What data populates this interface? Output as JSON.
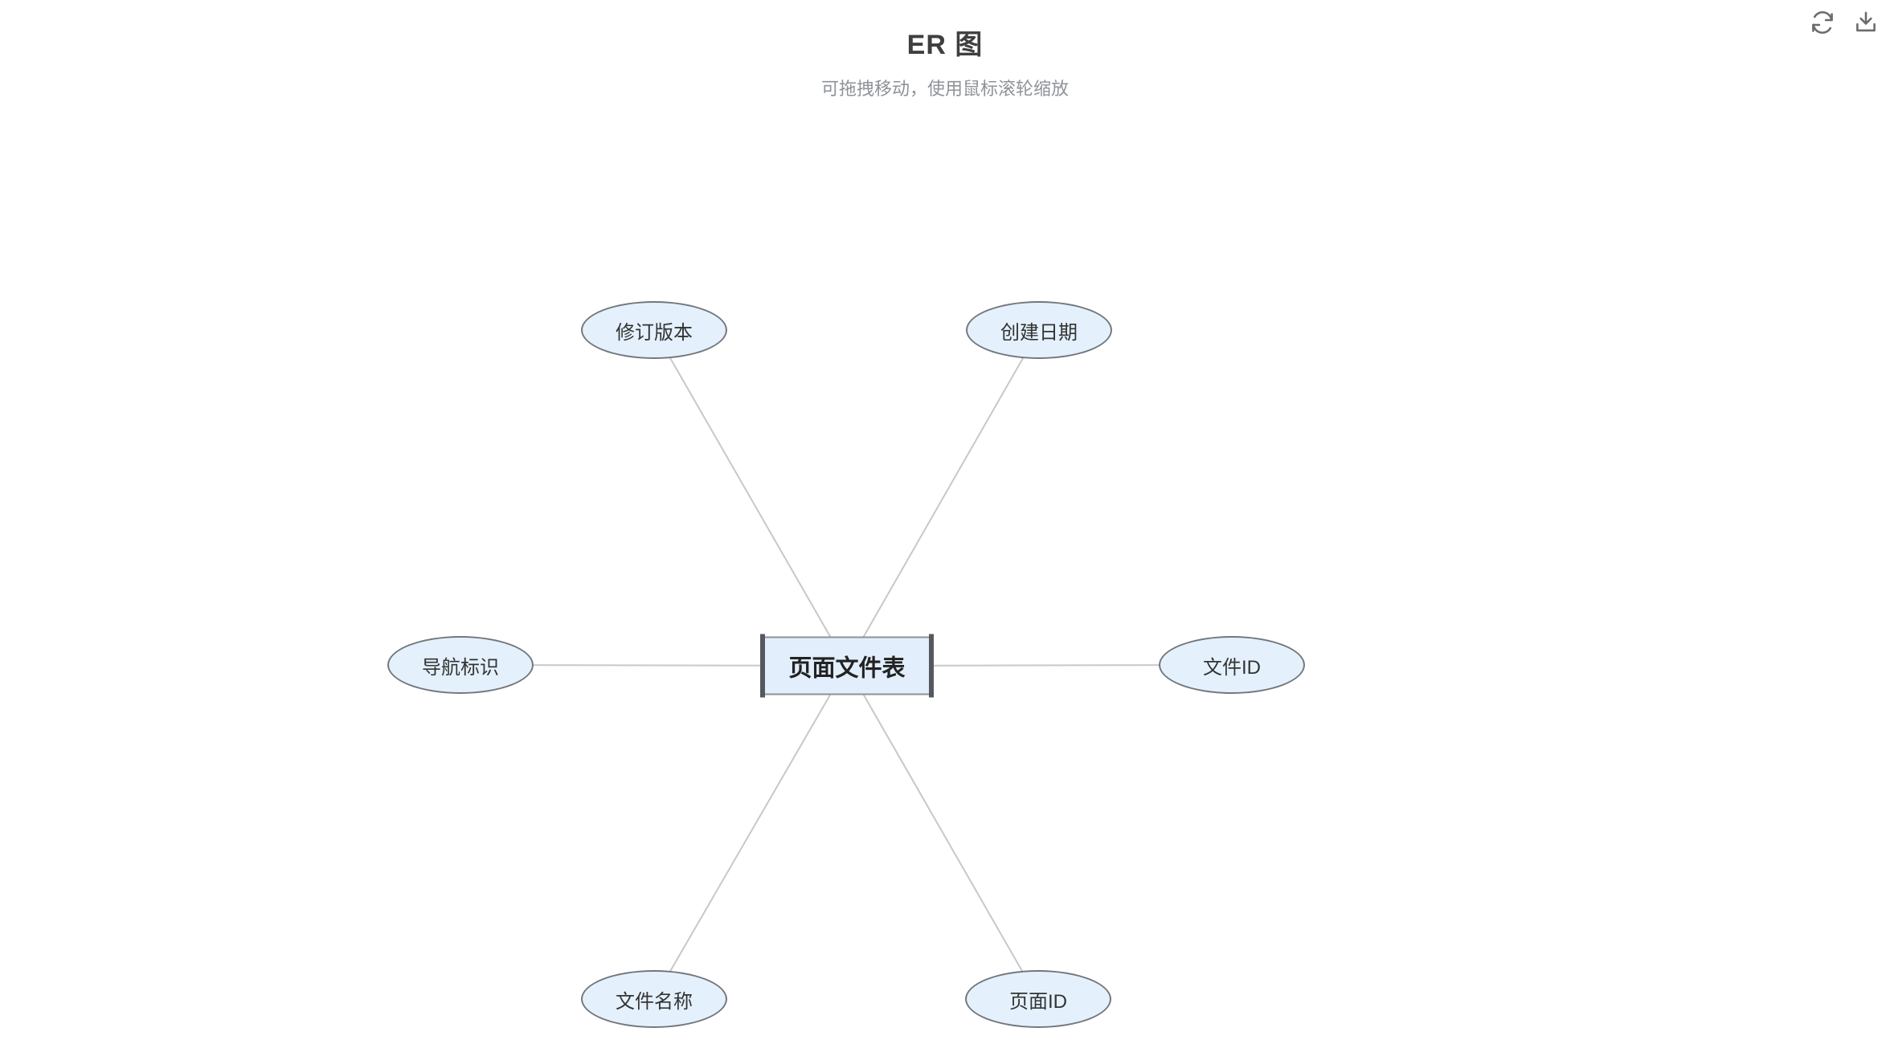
{
  "header": {
    "title": "ER 图",
    "subtitle": "可拖拽移动，使用鼠标滚轮缩放"
  },
  "toolbar": {
    "icons": [
      {
        "name": "refresh-icon",
        "action": "刷新"
      },
      {
        "name": "download-icon",
        "action": "下载"
      }
    ]
  },
  "colors": {
    "attribute_fill": "#e4f1fc",
    "attribute_border": "#73777c",
    "entity_fill": "#e2eefb",
    "entity_side_bar": "#55595e",
    "entity_border": "#8e9296",
    "edge_line": "#c8c8c8",
    "title_text": "#3f3f3f",
    "subtitle_text": "#8e9399",
    "icon_color": "#6b6b6b"
  },
  "diagram": {
    "entity": {
      "label": "页面文件表"
    },
    "attributes": [
      {
        "label": "修订版本"
      },
      {
        "label": "创建日期"
      },
      {
        "label": "导航标识"
      },
      {
        "label": "文件ID"
      },
      {
        "label": "文件名称"
      },
      {
        "label": "页面ID"
      }
    ],
    "edges": [
      [
        "页面文件表",
        "修订版本"
      ],
      [
        "页面文件表",
        "创建日期"
      ],
      [
        "页面文件表",
        "导航标识"
      ],
      [
        "页面文件表",
        "文件ID"
      ],
      [
        "页面文件表",
        "文件名称"
      ],
      [
        "页面文件表",
        "页面ID"
      ]
    ]
  }
}
